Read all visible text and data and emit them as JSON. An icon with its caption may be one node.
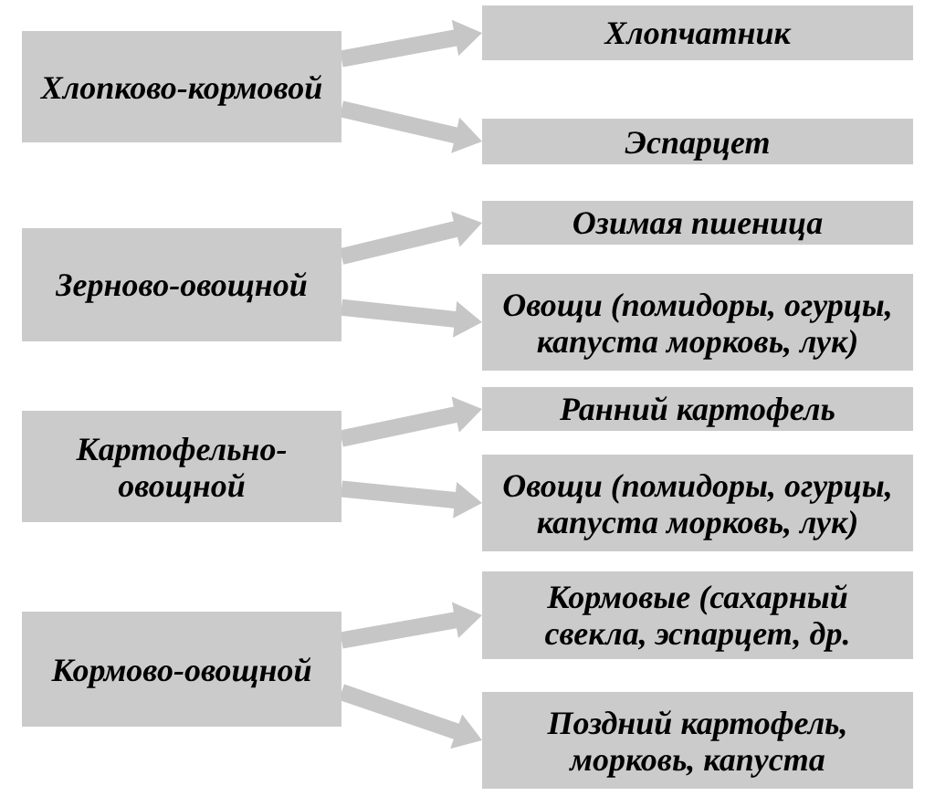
{
  "diagram": {
    "nodes": [
      {
        "text": [
          "Хлопково-кормовой"
        ]
      },
      {
        "text": [
          "Хлопчатник"
        ]
      },
      {
        "text": [
          "Эспарцет"
        ]
      },
      {
        "text": [
          "Зерново-овощной"
        ]
      },
      {
        "text": [
          "Озимая пшеница"
        ]
      },
      {
        "text": [
          "Овощи (помидоры, огурцы, капуста морковь, лук)"
        ]
      },
      {
        "text": [
          "Картофельно-овощной"
        ]
      },
      {
        "text": [
          "Ранний картофель"
        ]
      },
      {
        "text": [
          "Овощи (помидоры, огурцы, капуста морковь, лук)"
        ]
      },
      {
        "text": [
          "Кормово-овощной"
        ]
      },
      {
        "text": [
          "Кормовые (сахарный свекла, эспарцет, др."
        ]
      },
      {
        "text": [
          "Поздний картофель, морковь, капуста"
        ]
      }
    ],
    "edges": [
      {
        "from": 0,
        "to": 1,
        "arrow": "to",
        "style": "thick"
      },
      {
        "from": 0,
        "to": 2,
        "arrow": "to",
        "style": "thick"
      },
      {
        "from": 3,
        "to": 4,
        "arrow": "to",
        "style": "thick"
      },
      {
        "from": 3,
        "to": 5,
        "arrow": "to",
        "style": "thick"
      },
      {
        "from": 6,
        "to": 7,
        "arrow": "to",
        "style": "thick"
      },
      {
        "from": 6,
        "to": 8,
        "arrow": "to",
        "style": "thick"
      },
      {
        "from": 9,
        "to": 10,
        "arrow": "to",
        "style": "thick"
      },
      {
        "from": 9,
        "to": 11,
        "arrow": "to",
        "style": "thick"
      }
    ]
  }
}
